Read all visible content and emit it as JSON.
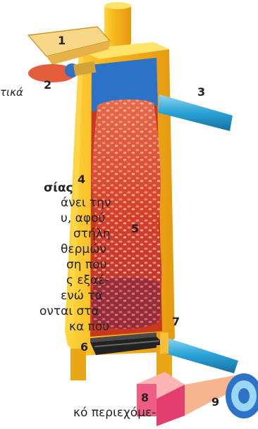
{
  "labels": {
    "n1": "1",
    "n2": "2",
    "n3": "3",
    "n4": "4",
    "n5": "5",
    "n6": "6",
    "n7": "7",
    "n8": "8",
    "n9": "9"
  },
  "caption_fragment": "τικά",
  "text": {
    "line1": "σίας",
    "line2": "άνει την",
    "line3": "υ, αφού",
    "line4": "στήλη",
    "line5": "θερμών",
    "line6": "ση που",
    "line7": "ς εξαέ-",
    "line8": "ενώ τα",
    "line9": "ονται στα",
    "line10": "κα  που",
    "line11": "κό περιεχόμε-"
  },
  "colors": {
    "shell": "#f2c21f",
    "shell_dark": "#e39d11",
    "shell_light": "#ffe46a",
    "blue": "#2c73c8",
    "pipe": "#2aa6d6",
    "fill": "#d9452a",
    "fill_dark": "#9b2a2a",
    "pink": "#ef7a8c",
    "bin": "#f7d889",
    "outline": "#c78b0d"
  }
}
